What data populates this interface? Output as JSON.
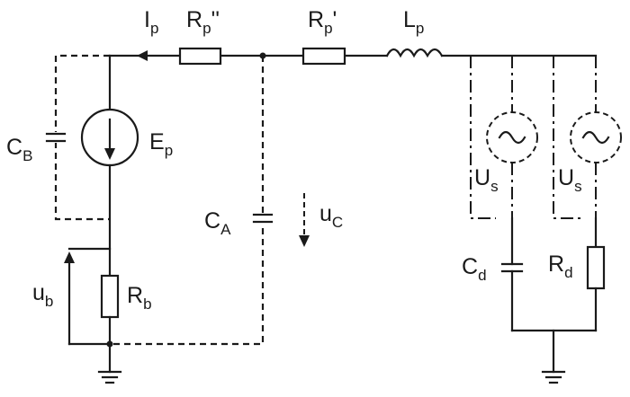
{
  "labels": {
    "ip": {
      "main": "I",
      "sub": "p"
    },
    "rp2": {
      "main": "R",
      "sub": "p",
      "suffix": "''"
    },
    "rp1": {
      "main": "R",
      "sub": "p",
      "suffix": "'"
    },
    "lp": {
      "main": "L",
      "sub": "p"
    },
    "cb": {
      "main": "C",
      "sub": "B"
    },
    "ep": {
      "main": "E",
      "sub": "p"
    },
    "ca": {
      "main": "C",
      "sub": "A"
    },
    "uc": {
      "main": "u",
      "sub": "C"
    },
    "us1": {
      "main": "U",
      "sub": "s"
    },
    "us2": {
      "main": "U",
      "sub": "s"
    },
    "ub": {
      "main": "u",
      "sub": "b"
    },
    "rb": {
      "main": "R",
      "sub": "b"
    },
    "cd": {
      "main": "C",
      "sub": "d"
    },
    "rd": {
      "main": "R",
      "sub": "d"
    }
  },
  "colors": {
    "line": "#1a1a1a",
    "background": "#ffffff"
  }
}
